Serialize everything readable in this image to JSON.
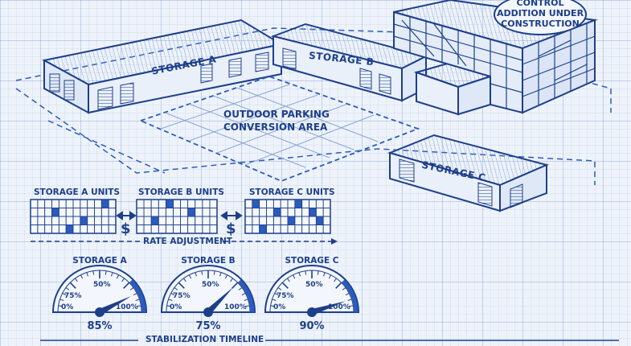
{
  "buildings": {
    "storage_a": "STORAGE A",
    "storage_b": "STORAGE B",
    "storage_c": "STORAGE C",
    "climate_line1": "CLIMATE CONTROL",
    "climate_line2": "ADDITION UNDER",
    "climate_line3": "CONSTRUCTION"
  },
  "parking": {
    "line1": "OUTDOOR PARKING",
    "line2": "CONVERSION AREA"
  },
  "units": {
    "a_title": "STORAGE A UNITS",
    "b_title": "STORAGE B UNITS",
    "c_title": "STORAGE C UNITS",
    "rate_label": "RATE ADJUSTMENT",
    "dollar": "$"
  },
  "gauges": [
    {
      "title": "STORAGE A",
      "value_label": "85%",
      "occupancy": 0.85
    },
    {
      "title": "STORAGE B",
      "value_label": "75%",
      "occupancy": 0.75
    },
    {
      "title": "STORAGE C",
      "value_label": "90%",
      "occupancy": 0.9
    }
  ],
  "gauge_ticks": {
    "t0": "0%",
    "t75": "75%",
    "t50": "50%",
    "t100": "100%"
  },
  "timeline_label": "STABILIZATION TIMELINE",
  "colors": {
    "ink": "#1d3f8a",
    "paper": "#eef3fb",
    "accent": "#2a5bbd"
  }
}
